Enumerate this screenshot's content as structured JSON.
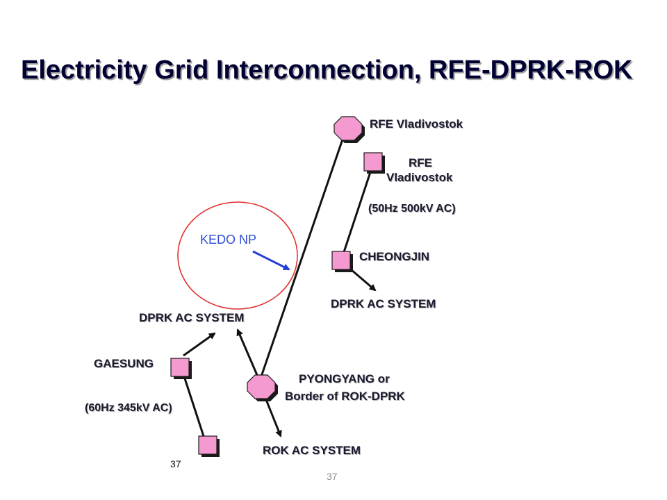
{
  "slide": {
    "title": "Electricity Grid Interconnection, RFE-DPRK-ROK",
    "page_number_left": "37",
    "page_number_center": "37"
  },
  "labels": {
    "rfe_vladivostok_top": "RFE Vladivostok",
    "rfe_vladivostok_2_line1": "RFE",
    "rfe_vladivostok_2_line2": "Vladivostok",
    "spec_50hz": "(50Hz 500kV AC)",
    "kedo_np": "KEDO NP",
    "cheongjin": "CHEONGJIN",
    "dprk_ac_system_right": "DPRK AC SYSTEM",
    "dprk_ac_system_left": "DPRK AC SYSTEM",
    "gaesung": "GAESUNG",
    "pyongyang_line1": "PYONGYANG or",
    "pyongyang_line2": "Border of ROK-DPRK",
    "spec_60hz": "(60Hz 345kV AC)",
    "rok_ac_system": "ROK AC SYSTEM"
  },
  "colors": {
    "node_fill": "#f59ad0",
    "node_stroke": "#1a1a1a",
    "kedo_circle": "#e03030",
    "kedo_arrow": "#1f3fd8",
    "title": "#000033"
  }
}
